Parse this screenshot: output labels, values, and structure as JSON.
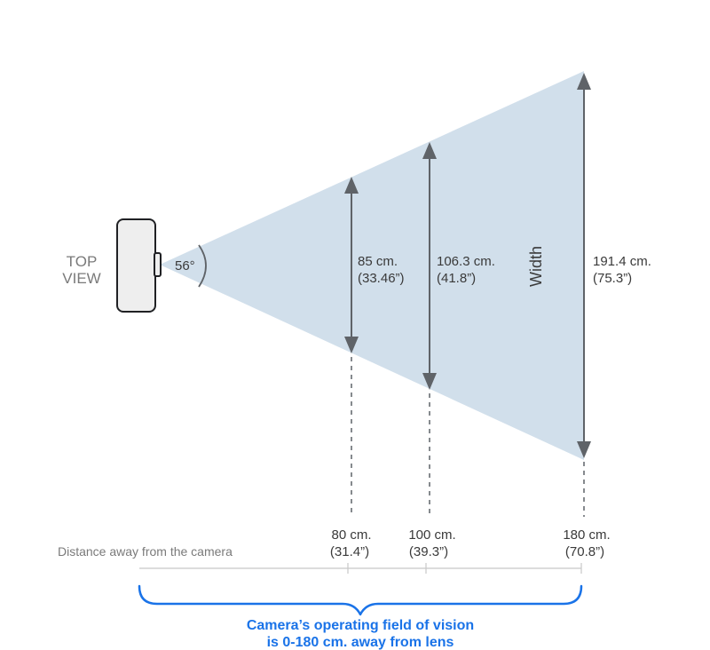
{
  "camera": {
    "view_label": [
      "TOP",
      "VIEW"
    ],
    "angle_label": "56°"
  },
  "widths": [
    {
      "cm": "85 cm.",
      "in": "(33.46”)"
    },
    {
      "cm": "106.3 cm.",
      "in": "(41.8”)"
    },
    {
      "cm": "191.4 cm.",
      "in": "(75.3”)"
    }
  ],
  "width_axis_label": "Width",
  "distances": [
    {
      "cm": "80 cm.",
      "in": "(31.4”)"
    },
    {
      "cm": "100 cm.",
      "in": "(39.3”)"
    },
    {
      "cm": "180 cm.",
      "in": "(70.8”)"
    }
  ],
  "distance_axis_label": "Distance away from the camera",
  "caption": [
    "Camera’s operating field of vision",
    "is 0-180 cm. away from lens"
  ],
  "colors": {
    "cone": "#d1dfeb",
    "arrow": "#5f6368",
    "brace": "#1a73e8",
    "text": "#3a3a3a",
    "muted": "#7a7a7a"
  }
}
